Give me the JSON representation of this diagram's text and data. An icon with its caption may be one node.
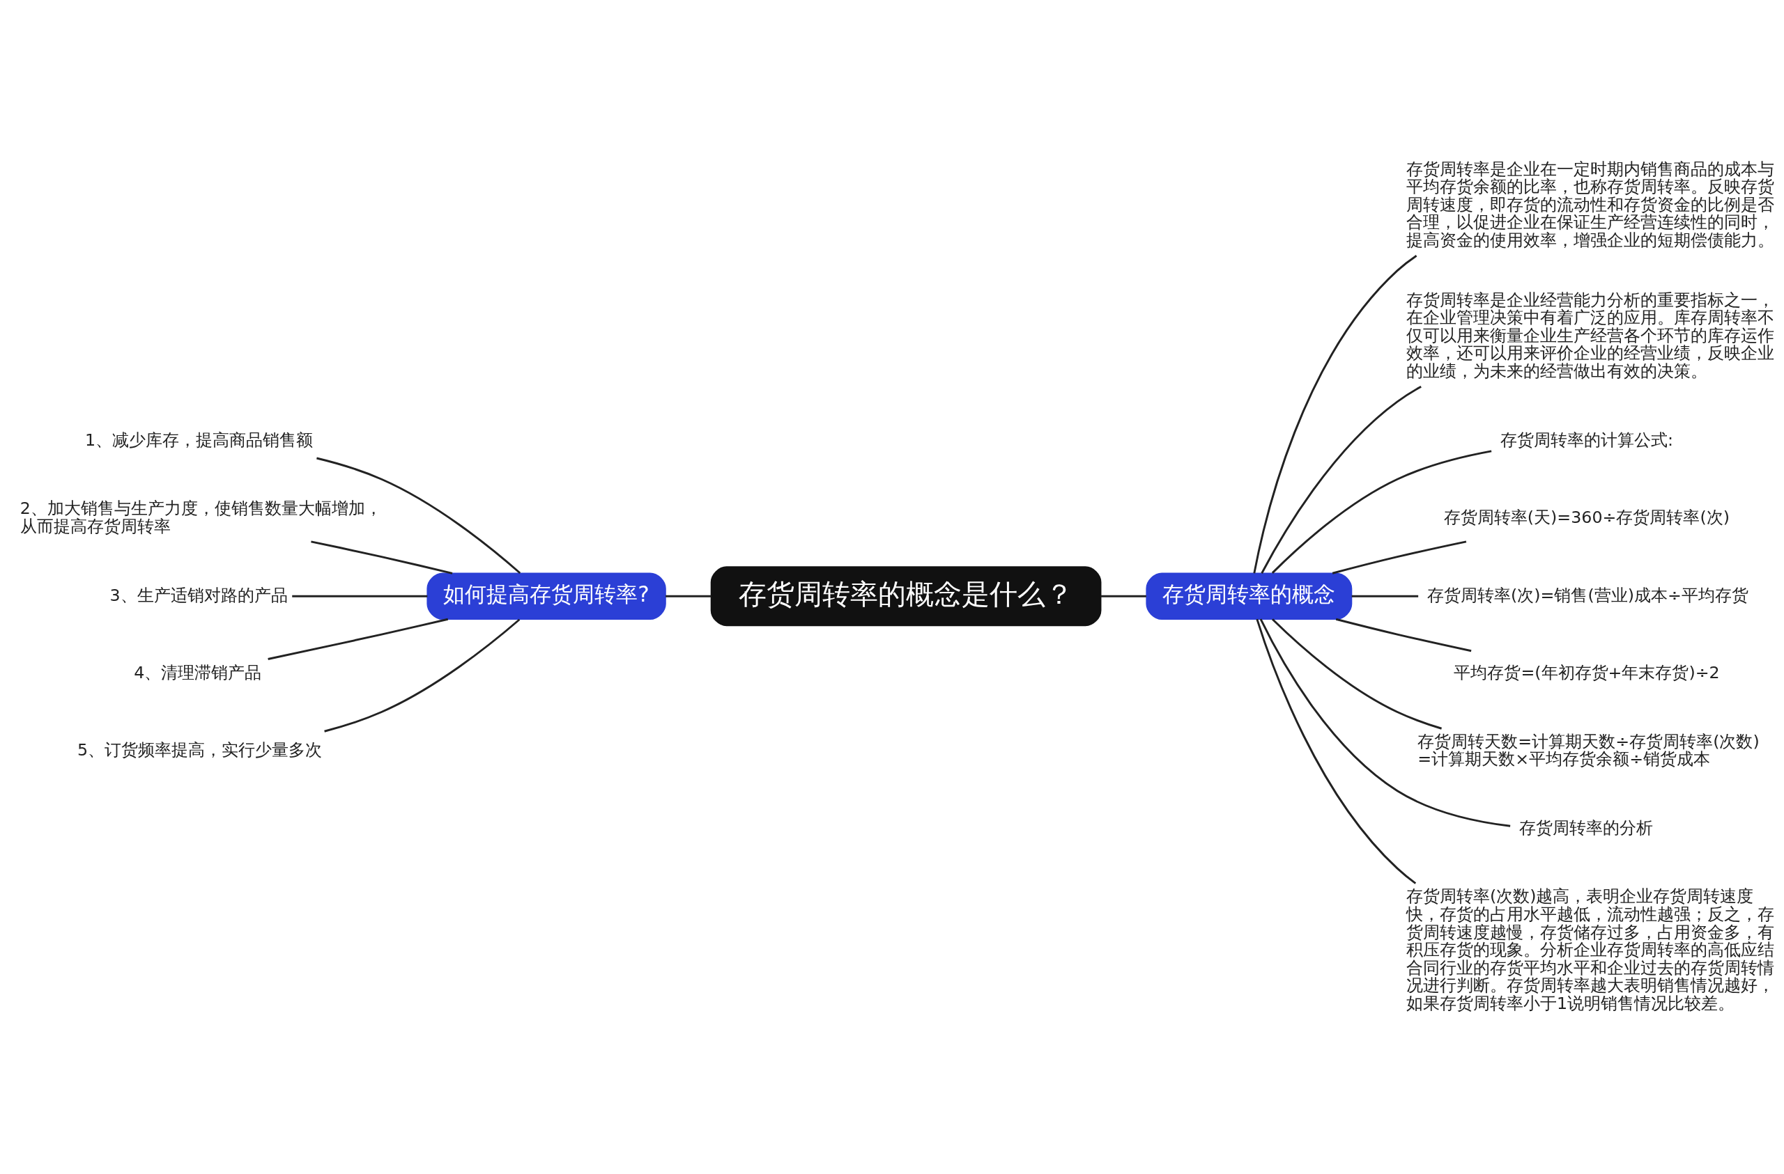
{
  "diagram": {
    "nodes": [
      {
        "text": [
          "存货周转率的概念是什么？"
        ]
      },
      {
        "text": [
          "如何提高存货周转率?"
        ]
      },
      {
        "text": [
          "1、减少库存，提高商品销售额"
        ]
      },
      {
        "text": [
          "2、加大销售与生产力度，使销售数量大幅增加，从而提高存货周转率"
        ]
      },
      {
        "text": [
          "3、生产适销对路的产品"
        ]
      },
      {
        "text": [
          "4、清理滞销产品"
        ]
      },
      {
        "text": [
          "5、订货频率提高，实行少量多次"
        ]
      },
      {
        "text": [
          "存货周转率的概念"
        ]
      },
      {
        "text": [
          "存货周转率是企业在一定时期内销售商品的成本与平均存货余额的比率，也称存货周转率。反映存货周转速度，即存货的流动性和存货资金的比例是否合理，以促进企业在保证生产经营连续性的同时，提高资金的使用效率，增强企业的短期偿债能力。"
        ]
      },
      {
        "text": [
          "存货周转率是企业经营能力分析的重要指标之一，在企业管理决策中有着广泛的应用。库存周转率不仅可以用来衡量企业生产经营各个环节的库存运作效率，还可以用来评价企业的经营业绩，反映企业的业绩，为未来的经营做出有效的决策。"
        ]
      },
      {
        "text": [
          "存货周转率的计算公式:"
        ]
      },
      {
        "text": [
          "存货周转率(天)=360÷存货周转率(次)"
        ]
      },
      {
        "text": [
          "存货周转率(次)=销售(营业)成本÷平均存货"
        ]
      },
      {
        "text": [
          "平均存货=(年初存货+年末存货)÷2"
        ]
      },
      {
        "text": [
          "存货周转天数=计算期天数÷存货周转率(次数)=计算期天数×平均存货余额÷销货成本"
        ]
      },
      {
        "text": [
          "存货周转率的分析"
        ]
      },
      {
        "text": [
          "存货周转率(次数)越高，表明企业存货周转速度快，存货的占用水平越低，流动性越强；反之，存货周转速度越慢，存货储存过多，占用资金多，有积压存货的现象。分析企业存货周转率的高低应结合同行业的存货平均水平和企业过去的存货周转情况进行判断。存货周转率越大表明销售情况越好，如果存货周转率小于1说明销售情况比较差。"
        ]
      }
    ],
    "edges": [
      {
        "from": 1,
        "to": 0,
        "arrow": "none"
      },
      {
        "from": 2,
        "to": 1,
        "arrow": "none"
      },
      {
        "from": 3,
        "to": 1,
        "arrow": "none"
      },
      {
        "from": 4,
        "to": 1,
        "arrow": "none"
      },
      {
        "from": 5,
        "to": 1,
        "arrow": "none"
      },
      {
        "from": 6,
        "to": 1,
        "arrow": "none"
      },
      {
        "from": 0,
        "to": 7,
        "arrow": "none"
      },
      {
        "from": 7,
        "to": 8,
        "arrow": "none"
      },
      {
        "from": 7,
        "to": 9,
        "arrow": "none"
      },
      {
        "from": 7,
        "to": 10,
        "arrow": "none"
      },
      {
        "from": 7,
        "to": 11,
        "arrow": "none"
      },
      {
        "from": 7,
        "to": 12,
        "arrow": "none"
      },
      {
        "from": 7,
        "to": 13,
        "arrow": "none"
      },
      {
        "from": 7,
        "to": 14,
        "arrow": "none"
      },
      {
        "from": 7,
        "to": 15,
        "arrow": "none"
      },
      {
        "from": 7,
        "to": 16,
        "arrow": "none"
      }
    ]
  }
}
